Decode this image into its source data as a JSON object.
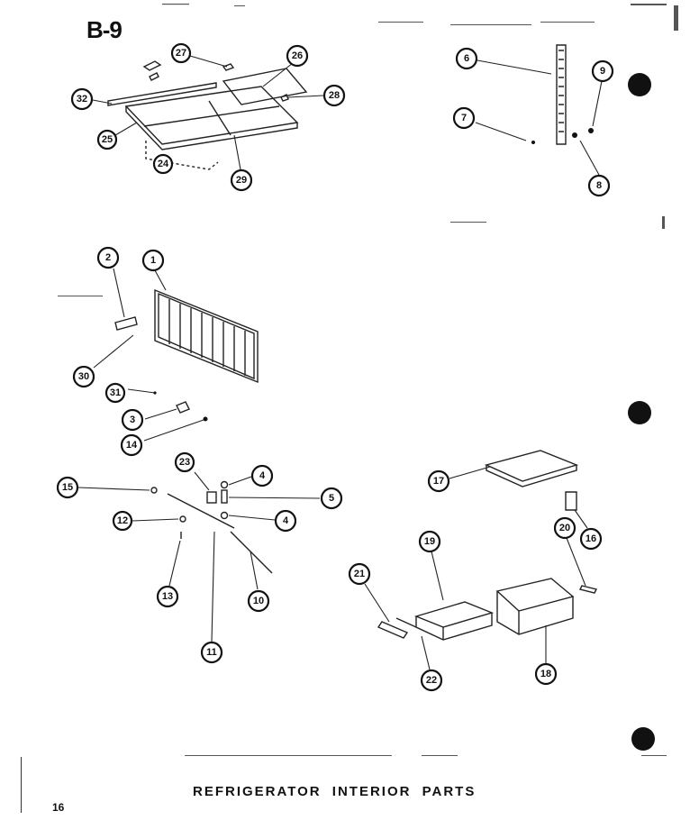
{
  "page": {
    "section_title": "B-9",
    "caption": "REFRIGERATOR INTERIOR PARTS",
    "page_number": "16"
  },
  "callouts": [
    "27",
    "26",
    "32",
    "28",
    "25",
    "24",
    "29",
    "6",
    "9",
    "7",
    "8",
    "2",
    "1",
    "30",
    "31",
    "3",
    "14",
    "23",
    "4",
    "15",
    "5",
    "12",
    "13",
    "10",
    "11",
    "17",
    "16",
    "19",
    "20",
    "21",
    "18",
    "22"
  ],
  "colors": {
    "ink": "#111111",
    "paper": "#ffffff"
  }
}
